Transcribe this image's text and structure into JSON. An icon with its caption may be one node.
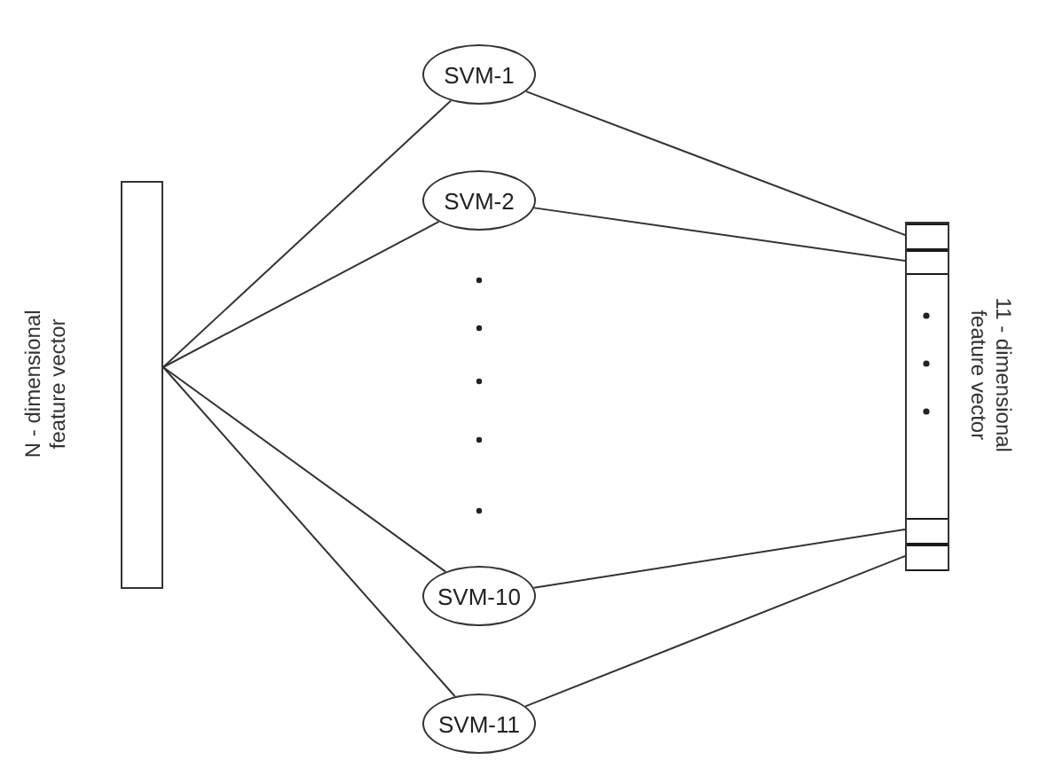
{
  "diagram": {
    "nodes": [
      {
        "text": [],
        "shape": "bar",
        "beside": [
          "N - dimensional feature vector"
        ]
      },
      {
        "text": [
          "SVM-1"
        ]
      },
      {
        "text": [
          "SVM-2"
        ]
      },
      {
        "text": [
          "SVM-10"
        ]
      },
      {
        "text": [
          "SVM-11"
        ]
      },
      {
        "text": [],
        "shape": "bar",
        "beside": [
          "11 - dimensional feature vector"
        ]
      },
      {
        "text": [],
        "shape": "box",
        "in": 5
      },
      {
        "text": [],
        "shape": "box",
        "in": 5
      },
      {
        "text": [],
        "shape": "box",
        "in": 5
      },
      {
        "text": [],
        "shape": "box",
        "in": 5
      }
    ],
    "edges": [
      {
        "from": 0,
        "to": 1,
        "arrow": "none"
      },
      {
        "from": 0,
        "to": 2,
        "arrow": "none"
      },
      {
        "from": 0,
        "to": 3,
        "arrow": "none"
      },
      {
        "from": 0,
        "to": 4,
        "arrow": "none"
      },
      {
        "from": 1,
        "to": 6,
        "arrow": "none"
      },
      {
        "from": 2,
        "to": 7,
        "arrow": "none"
      },
      {
        "from": 3,
        "to": 8,
        "arrow": "none"
      },
      {
        "from": 4,
        "to": 9,
        "arrow": "none"
      }
    ]
  }
}
